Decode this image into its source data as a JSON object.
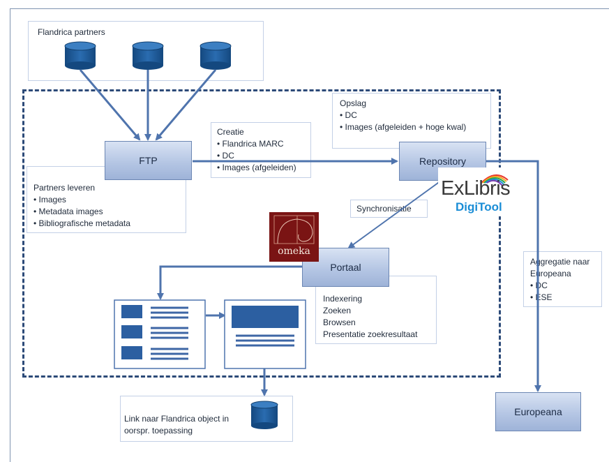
{
  "partners_panel": {
    "title": "Flandrica partners"
  },
  "ftp": {
    "label": "FTP"
  },
  "repository": {
    "label": "Repository"
  },
  "portaal": {
    "label": "Portaal"
  },
  "europeana": {
    "label": "Europeana"
  },
  "creatie": {
    "title": "Creatie",
    "items": [
      "• Flandrica MARC",
      "• DC",
      "• Images (afgeleiden)"
    ]
  },
  "opslag": {
    "title": "Opslag",
    "items": [
      "• DC",
      "• Images (afgeleiden + hoge kwal)"
    ]
  },
  "partners_leveren": {
    "title": "Partners leveren",
    "items": [
      "• Images",
      "• Metadata images",
      "• Bibliografische metadata"
    ]
  },
  "synchronisatie": {
    "label": "Synchronisatie"
  },
  "portaal_functions": {
    "items": [
      "Indexering",
      "Zoeken",
      "Browsen",
      "Presentatie zoekresultaat"
    ]
  },
  "aggregatie": {
    "lines": [
      "Aggregatie naar",
      "Europeana",
      "• DC",
      "• ESE"
    ]
  },
  "link": {
    "lines": [
      "Link naar Flandrica object in",
      "oorspr. toepassing"
    ]
  },
  "exlibris": {
    "brand": "ExLibris",
    "product": "DigiTool"
  },
  "omeka": {
    "brand": "omeka"
  },
  "colors": {
    "box_border": "#6b86b3",
    "arrow": "#4f74ad",
    "dashed": "#2c4a78",
    "cylinder": "#1f5c9e",
    "omeka_bg": "#7a1414",
    "digitool_blue": "#1a8dd6"
  }
}
